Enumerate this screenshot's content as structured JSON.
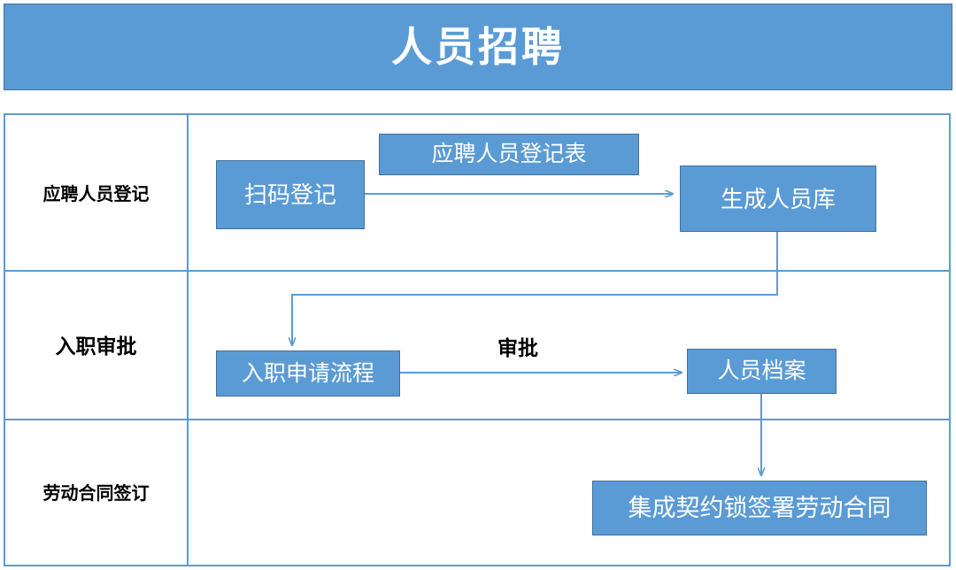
{
  "header": {
    "title": "人员招聘",
    "background_color": "#5B9BD5",
    "text_color": "#FFFFFF"
  },
  "theme": {
    "accent_blue": "#5B9BD5",
    "box_border": "#41719C",
    "grid_line": "#5B9BD5",
    "connector": "#5B9BD5",
    "page_background": "#FFFFFF",
    "label_text": "#000000"
  },
  "rows": [
    {
      "label": "应聘人员登记"
    },
    {
      "label": "入职审批"
    },
    {
      "label": "劳动合同签订"
    }
  ],
  "nodes": [
    {
      "id": "scan-register",
      "label": "扫码登记",
      "row": 0
    },
    {
      "id": "applicant-form",
      "label": "应聘人员登记表",
      "row": 0
    },
    {
      "id": "generate-pool",
      "label": "生成人员库",
      "row": 0
    },
    {
      "id": "onboard-flow",
      "label": "入职申请流程",
      "row": 1
    },
    {
      "id": "personnel-file",
      "label": "人员档案",
      "row": 1
    },
    {
      "id": "sign-contract",
      "label": "集成契约锁签署劳动合同",
      "row": 2
    }
  ],
  "annotations": [
    {
      "id": "approval-label",
      "label": "审批",
      "row": 1
    }
  ],
  "flows": [
    {
      "from": "scan-register",
      "to": "generate-pool",
      "label": "应聘人员登记表",
      "style": "horizontal-arrow"
    },
    {
      "from": "generate-pool",
      "to": "onboard-flow",
      "label": "",
      "style": "elbow-down-left-arrow"
    },
    {
      "from": "onboard-flow",
      "to": "personnel-file",
      "label": "审批",
      "style": "horizontal-arrow"
    },
    {
      "from": "personnel-file",
      "to": "sign-contract",
      "label": "",
      "style": "vertical-arrow"
    }
  ]
}
